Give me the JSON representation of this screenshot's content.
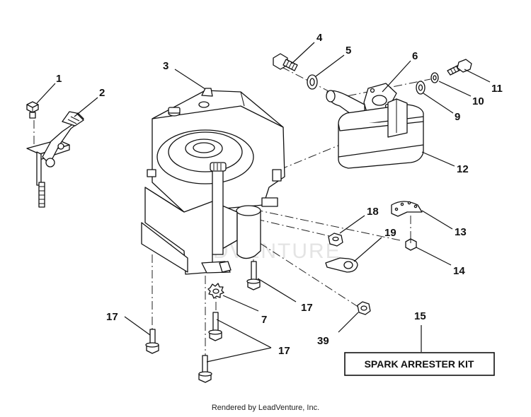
{
  "diagram": {
    "callouts": [
      {
        "id": "1",
        "label": "1"
      },
      {
        "id": "2",
        "label": "2"
      },
      {
        "id": "3",
        "label": "3"
      },
      {
        "id": "4",
        "label": "4"
      },
      {
        "id": "5",
        "label": "5"
      },
      {
        "id": "6",
        "label": "6"
      },
      {
        "id": "7",
        "label": "7"
      },
      {
        "id": "9",
        "label": "9"
      },
      {
        "id": "10",
        "label": "10"
      },
      {
        "id": "11",
        "label": "11"
      },
      {
        "id": "12",
        "label": "12"
      },
      {
        "id": "13",
        "label": "13"
      },
      {
        "id": "14",
        "label": "14"
      },
      {
        "id": "15",
        "label": "15"
      },
      {
        "id": "17a",
        "label": "17"
      },
      {
        "id": "17b",
        "label": "17"
      },
      {
        "id": "17c",
        "label": "17"
      },
      {
        "id": "18",
        "label": "18"
      },
      {
        "id": "19",
        "label": "19"
      },
      {
        "id": "39",
        "label": "39"
      }
    ],
    "kit_label": "SPARK ARRESTER KIT",
    "watermark": "LEADVENTURE"
  },
  "footer": {
    "credit": "Rendered by LeadVenture, Inc."
  }
}
